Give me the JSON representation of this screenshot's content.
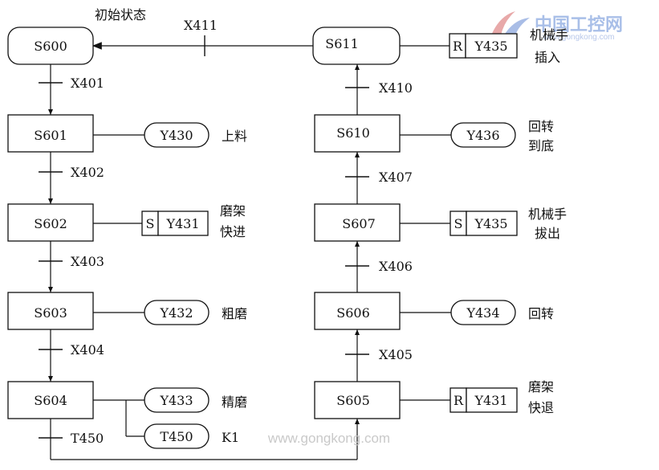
{
  "initial_state_label": "初始状态",
  "watermark": {
    "brand_cn": "中国工控网",
    "brand_url": "www.gongkong.com",
    "footer_url": "www.gongkong.com"
  },
  "steps": {
    "s600": "S600",
    "s601": "S601",
    "s602": "S602",
    "s603": "S603",
    "s604": "S604",
    "s605": "S605",
    "s606": "S606",
    "s607": "S607",
    "s610": "S610",
    "s611": "S611"
  },
  "transitions": {
    "x401": "X401",
    "x402": "X402",
    "x403": "X403",
    "x404": "X404",
    "t450": "T450",
    "x405": "X405",
    "x406": "X406",
    "x407": "X407",
    "x410": "X410",
    "x411": "X411"
  },
  "outputs": {
    "y430": {
      "prefix": "",
      "name": "Y430",
      "desc": [
        "上料"
      ]
    },
    "y431_set": {
      "prefix": "S",
      "name": "Y431",
      "desc": [
        "磨架",
        "快进"
      ]
    },
    "y432": {
      "prefix": "",
      "name": "Y432",
      "desc": [
        "粗磨"
      ]
    },
    "y433": {
      "prefix": "",
      "name": "Y433",
      "desc": [
        "精磨"
      ]
    },
    "t450": {
      "prefix": "",
      "name": "T450",
      "desc": [
        "K1"
      ]
    },
    "y431_reset": {
      "prefix": "R",
      "name": "Y431",
      "desc": [
        "磨架",
        "快退"
      ]
    },
    "y434": {
      "prefix": "",
      "name": "Y434",
      "desc": [
        "回转"
      ]
    },
    "y435_set": {
      "prefix": "S",
      "name": "Y435",
      "desc": [
        "机械手",
        "拔出"
      ]
    },
    "y436": {
      "prefix": "",
      "name": "Y436",
      "desc": [
        "回转",
        "到底"
      ]
    },
    "y435_reset": {
      "prefix": "R",
      "name": "Y435",
      "desc": [
        "机械手",
        "插入"
      ]
    }
  }
}
